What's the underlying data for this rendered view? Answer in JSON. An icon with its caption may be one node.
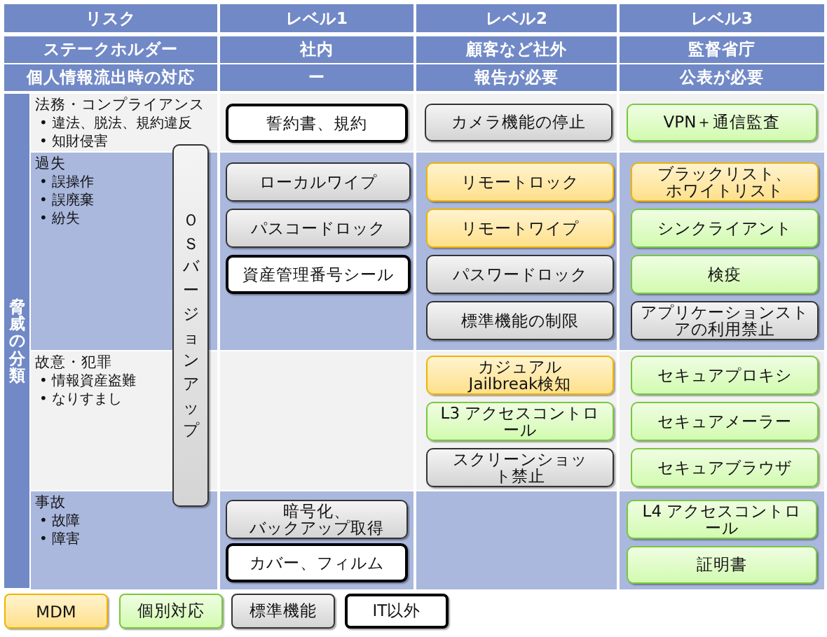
{
  "diagram": {
    "nodes": [
      {
        "text": [
          "誓約書、規約"
        ]
      },
      {
        "text": [
          "カメラ機能の停止"
        ]
      },
      {
        "text": [
          "VPN＋通信監査"
        ]
      },
      {
        "text": [
          "ＯＳバージョンアップ"
        ]
      },
      {
        "text": [
          "ローカルワイプ"
        ]
      },
      {
        "text": [
          "リモートロック"
        ]
      },
      {
        "text": [
          "ブラックリスト、ホワイトリスト"
        ]
      },
      {
        "text": [
          "パスコードロック"
        ]
      },
      {
        "text": [
          "リモートワイプ"
        ]
      },
      {
        "text": [
          "シンクライアント"
        ]
      },
      {
        "text": [
          "資産管理番号シール"
        ]
      },
      {
        "text": [
          "パスワードロック"
        ]
      },
      {
        "text": [
          "検疫"
        ]
      },
      {
        "text": [
          "標準機能の制限"
        ]
      },
      {
        "text": [
          "アプリケーションストアの利用禁止"
        ]
      },
      {
        "text": [
          "カジュアル Jailbreak検知"
        ]
      },
      {
        "text": [
          "セキュアプロキシ"
        ]
      },
      {
        "text": [
          "L3 アクセスコントロール"
        ]
      },
      {
        "text": [
          "セキュアメーラー"
        ]
      },
      {
        "text": [
          "スクリーンショット禁止"
        ]
      },
      {
        "text": [
          "セキュアブラウザ"
        ]
      },
      {
        "text": [
          "暗号化、バックアップ取得"
        ]
      },
      {
        "text": [
          "L4 アクセスコントロール"
        ]
      },
      {
        "text": [
          "カバー、フィルム"
        ]
      },
      {
        "text": [
          "証明書"
        ]
      }
    ],
    "labels": [
      "リスク",
      "レベル1",
      "レベル2",
      "レベル3",
      "ステークホルダー",
      "社内",
      "顧客など社外",
      "監督省庁",
      "個人情報流出時の対応",
      "ー",
      "報告が必要",
      "公表が必要",
      "脅威の分類",
      "法務・コンプライアンス",
      "• 違法、脱法、規約違反",
      "• 知財侵害",
      "過失",
      "• 誤操作",
      "• 誤廃棄",
      "• 紛失",
      "故意・犯罪",
      "• 情報資産盗難",
      "• なりすまし",
      "事故",
      "• 故障",
      "• 障害"
    ],
    "legend": [
      {
        "text": "MDM",
        "color": "#ffe08a"
      },
      {
        "text": "個別対応",
        "color": "#d2fbb0"
      },
      {
        "text": "標準機能",
        "color": "#d4d4d4"
      },
      {
        "text": "IT以外",
        "color": "#ffffff"
      }
    ]
  }
}
